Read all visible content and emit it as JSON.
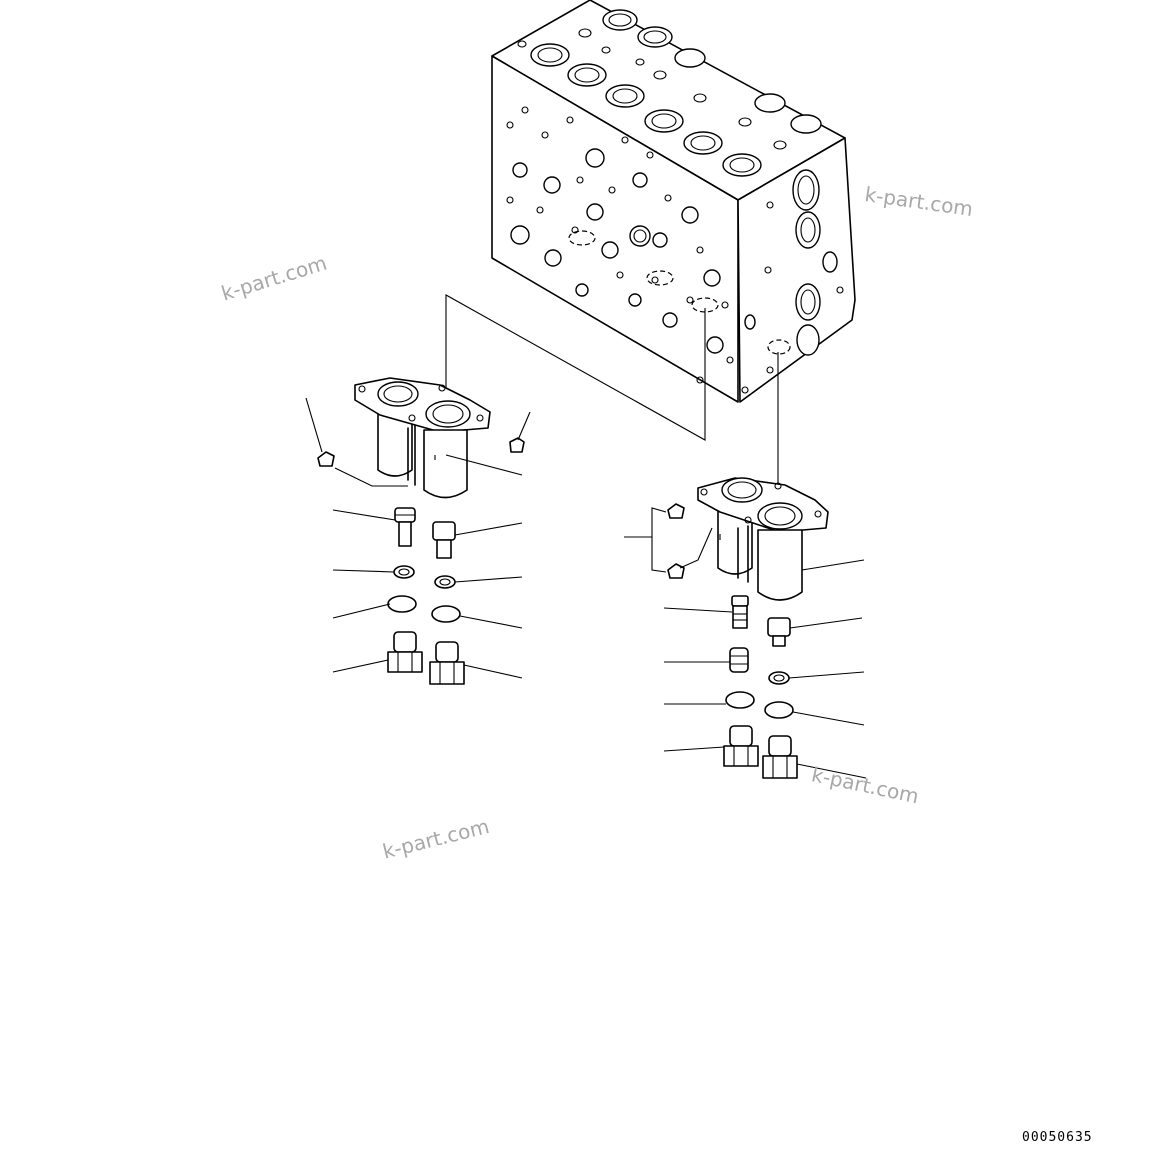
{
  "drawing_number": "00050635",
  "watermarks": [
    "k-part.com",
    "k-part.com",
    "k-part.com",
    "k-part.com"
  ]
}
